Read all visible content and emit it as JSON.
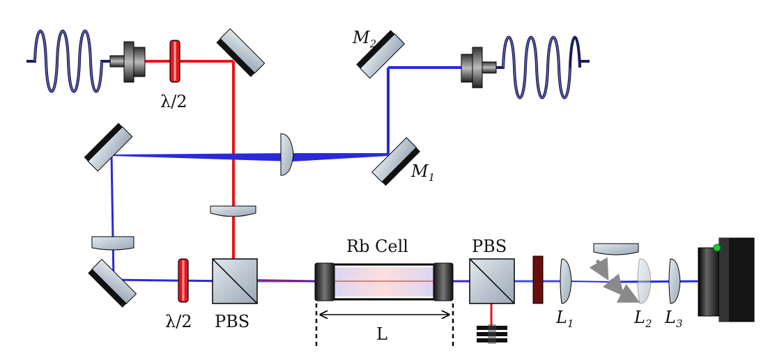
{
  "labels": {
    "halfwave_top": "λ/2",
    "halfwave_bottom": "λ/2",
    "pbs_left": "PBS",
    "pbs_right": "PBS",
    "rb_cell": "Rb Cell",
    "cell_length": "L",
    "mirror_m2_letter": "M",
    "mirror_m2_sub": "2",
    "mirror_m1_letter": "M",
    "mirror_m1_sub": "1",
    "lens1_letter": "L",
    "lens1_sub": "1",
    "lens2_letter": "L",
    "lens2_sub": "2",
    "lens3_letter": "L",
    "lens3_sub": "3"
  },
  "colors": {
    "red_beam": "#e8141c",
    "blue_beam": "#2a2ad8",
    "fiber_coil": "#1c1c5a",
    "optic_fill": "#b8c4d0",
    "mirror_back": "#111111",
    "filter": "#6a0d0d",
    "arrow_gray": "#8a8a8a",
    "camera": "#1a1a1a",
    "led": "#22cc22"
  }
}
